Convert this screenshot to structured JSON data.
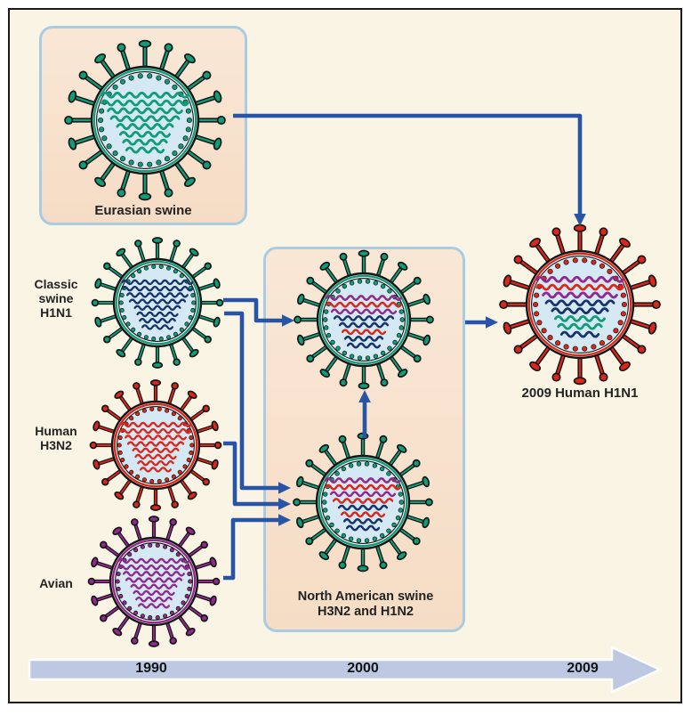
{
  "figure": {
    "background_color": "#faf4e5",
    "frame_border_color": "#1a1a1a",
    "box_fill_color": "#f8e3d0",
    "box_border_color": "#a9cce2",
    "arrow_color": "#2854a6",
    "virus_core_color": "#d5e9f4",
    "outline_color": "#151515",
    "timeline_fill_color": "#bdc8e3"
  },
  "palette": {
    "teal": "#0f9c77",
    "navy": "#16336b",
    "red": "#dd2619",
    "purple": "#92278f"
  },
  "viruses": [
    {
      "id": "eurasian",
      "label": "Eurasian swine",
      "spike_color": "teal",
      "segments": [
        "teal",
        "teal",
        "teal",
        "teal",
        "teal",
        "teal",
        "teal",
        "teal"
      ]
    },
    {
      "id": "classic",
      "label": "Classic\nswine\nH1N1",
      "spike_color": "teal",
      "segments": [
        "navy",
        "navy",
        "navy",
        "navy",
        "navy",
        "navy",
        "navy",
        "navy"
      ]
    },
    {
      "id": "human_h3n2",
      "label": "Human\nH3N2",
      "spike_color": "red",
      "segments": [
        "red",
        "red",
        "red",
        "red",
        "red",
        "red",
        "red",
        "red"
      ]
    },
    {
      "id": "avian",
      "label": "Avian",
      "spike_color": "purple",
      "segments": [
        "purple",
        "purple",
        "purple",
        "purple",
        "purple",
        "purple",
        "purple",
        "purple"
      ]
    },
    {
      "id": "na_triple",
      "label": "",
      "spike_color": "teal",
      "segments": [
        "purple",
        "red",
        "purple",
        "navy",
        "navy",
        "red",
        "navy",
        "navy"
      ]
    },
    {
      "id": "na_swine",
      "label": "North American swine\nH3N2 and H1N2",
      "spike_color": "teal",
      "segments": [
        "purple",
        "red",
        "purple",
        "red",
        "navy",
        "red",
        "navy",
        "navy"
      ]
    },
    {
      "id": "h1n1_2009",
      "label": "2009 Human H1N1",
      "spike_color": "red",
      "segments": [
        "purple",
        "red",
        "purple",
        "navy",
        "navy",
        "teal",
        "teal",
        "navy"
      ]
    }
  ],
  "timeline": {
    "years": [
      "1990",
      "2000",
      "2009"
    ]
  }
}
